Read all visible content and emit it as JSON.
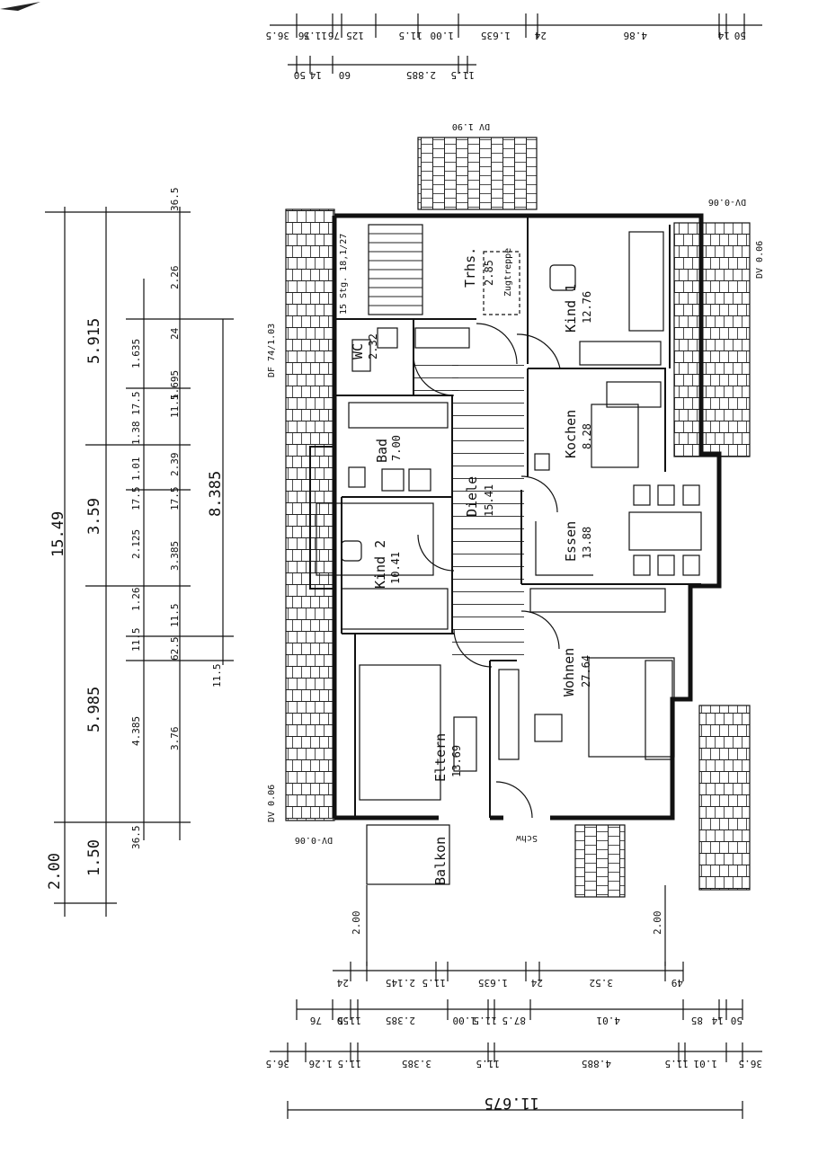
{
  "rooms": {
    "trhs": {
      "name": "Trhs.",
      "area": "2.85",
      "note": "Zugtreppe"
    },
    "kind1": {
      "name": "Kind 1",
      "area": "12.76"
    },
    "wc": {
      "name": "WC",
      "area": "2.32"
    },
    "bad": {
      "name": "Bad",
      "area": "7.00"
    },
    "kochen": {
      "name": "Kochen",
      "area": "8.28"
    },
    "diele": {
      "name": "Diele",
      "area": "15.41"
    },
    "kind2": {
      "name": "Kind 2",
      "area": "10.41"
    },
    "essen": {
      "name": "Essen",
      "area": "13.88"
    },
    "wohnen": {
      "name": "Wohnen",
      "area": "27.64"
    },
    "eltern": {
      "name": "Eltern",
      "area": "13.69"
    },
    "balkon": {
      "name": "Balkon"
    }
  },
  "annotations": {
    "stairs": "15 Stg. 18,1/27",
    "dv_top": "DV 1.90",
    "dv_top_right": "DV-0.06",
    "dv_right": "DV 0.06",
    "df_left": "DF 74/1.03",
    "dv_left": "DV 0.06",
    "dv_bottom_left": "DV-0.06",
    "schw": "Schw"
  },
  "dimensions": {
    "top_row1": [
      "36.5",
      "76",
      "11.5",
      "76",
      "125",
      "11.5",
      "1.00",
      "1.635",
      "24",
      "4.86",
      "14",
      "50"
    ],
    "top_row2": [
      "50",
      "14",
      "60",
      "2.885",
      "11.5"
    ],
    "left_outer": [
      "15.49"
    ],
    "left_mid": [
      "5.915",
      "3.59",
      "5.985",
      "1.50",
      "2.00"
    ],
    "left_col3": [
      "36.5",
      "2.26",
      "24",
      "1.635",
      "1.695",
      "17.5",
      "11.5",
      "1.38",
      "2.39",
      "1.01",
      "17.5",
      "17.5",
      "2.125",
      "3.385",
      "1.26",
      "11.5",
      "11.5",
      "62.5",
      "4.385",
      "3.76",
      "36.5",
      "11.5"
    ],
    "left_total": "8.385",
    "bottom_vertical": [
      "2.00",
      "2.00"
    ],
    "bottom_row1": [
      "24",
      "2.145",
      "11.5",
      "1.635",
      "24",
      "3.52",
      "49"
    ],
    "bottom_row2": [
      "76",
      "50",
      "11.5",
      "2.385",
      "1.00",
      "11.5",
      "87.5",
      "4.01",
      "85",
      "14",
      "50"
    ],
    "bottom_row3": [
      "36.5",
      "1.26",
      "11.5",
      "3.385",
      "11.5",
      "4.885",
      "11.5",
      "1.01",
      "36.5"
    ],
    "bottom_total": "11.675"
  }
}
